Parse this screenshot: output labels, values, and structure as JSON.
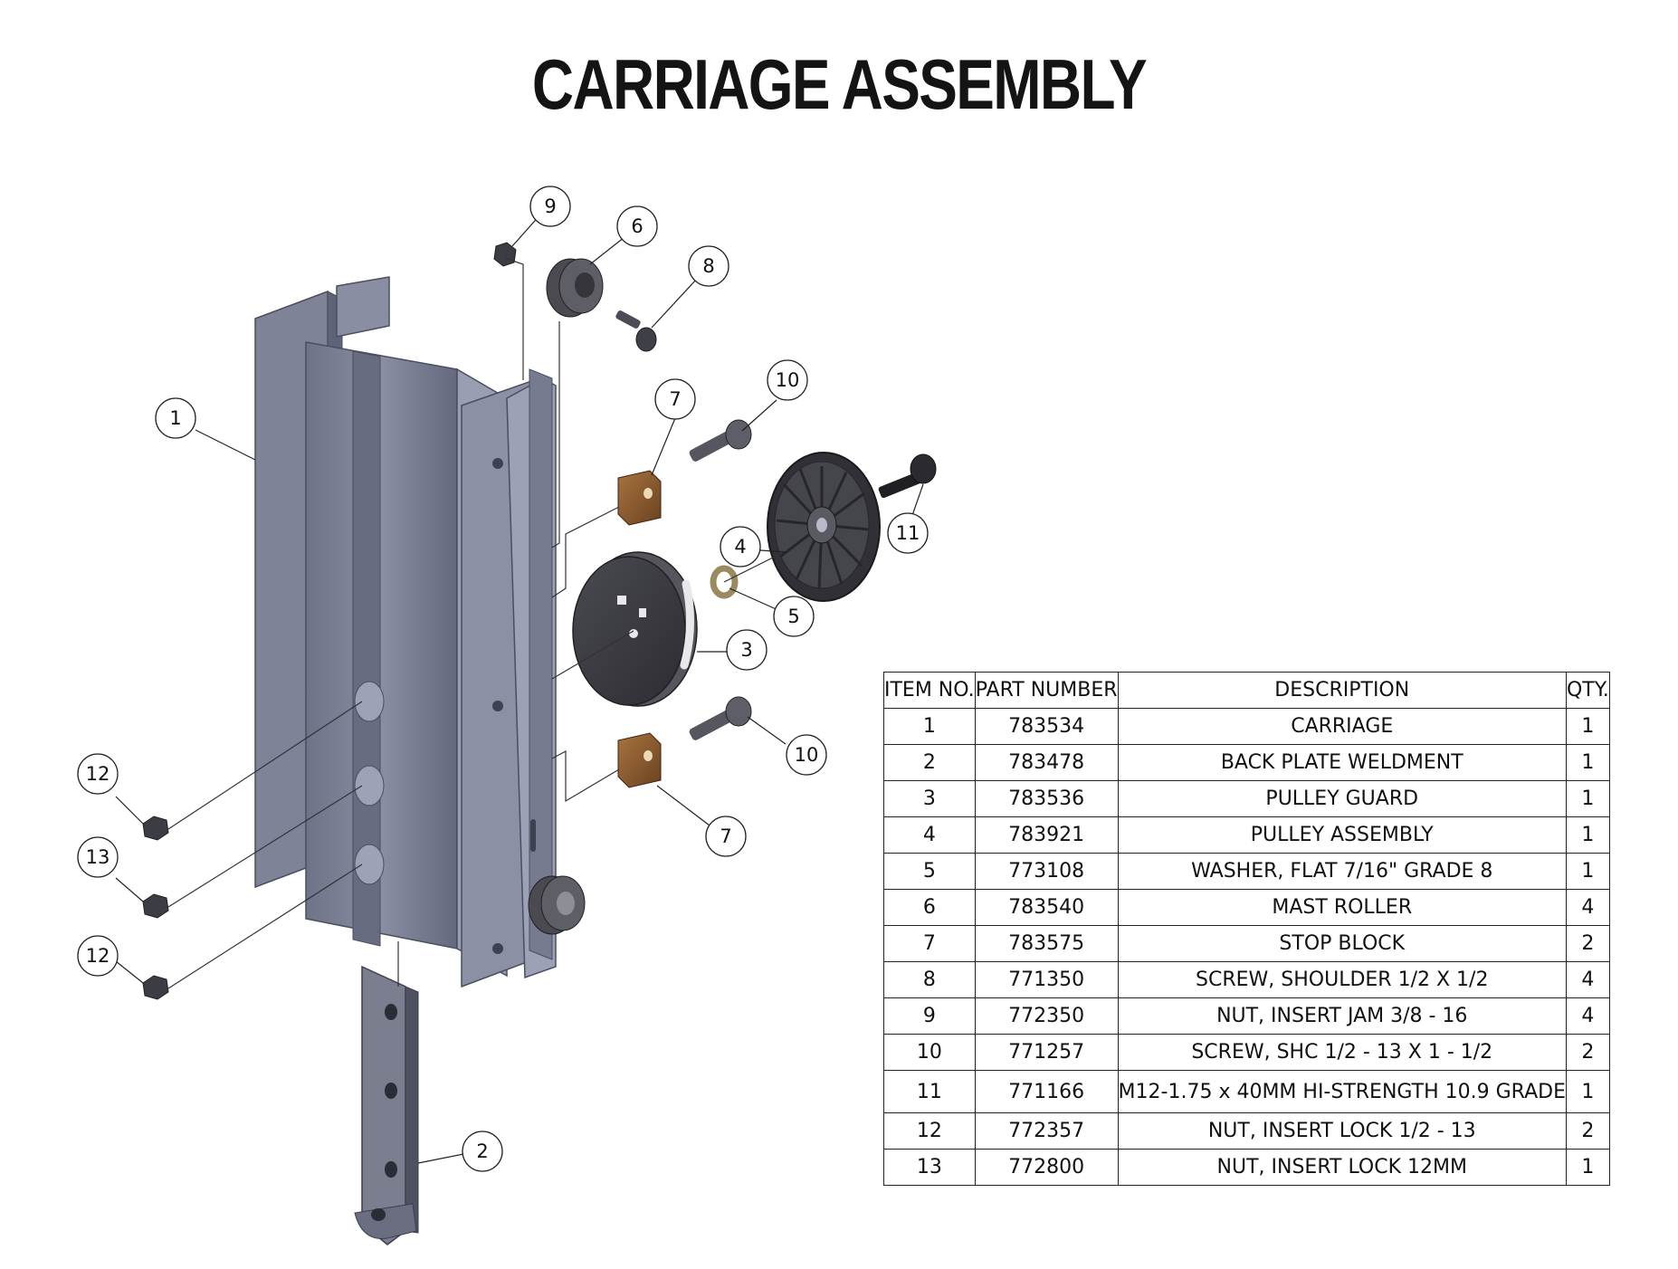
{
  "title": "CARRIAGE ASSEMBLY",
  "colors": {
    "steel": "#7b7f95",
    "steel_dark": "#5c6075",
    "steel_light": "#9a9eb2",
    "bronze": "#8a5a2e",
    "rubber": "#3b3b3f",
    "ink": "#141414"
  },
  "balloons": [
    {
      "id": "b9",
      "label": "9"
    },
    {
      "id": "b6",
      "label": "6"
    },
    {
      "id": "b8",
      "label": "8"
    },
    {
      "id": "b1",
      "label": "1"
    },
    {
      "id": "b10a",
      "label": "10"
    },
    {
      "id": "b7a",
      "label": "7"
    },
    {
      "id": "b11",
      "label": "11"
    },
    {
      "id": "b4",
      "label": "4"
    },
    {
      "id": "b5",
      "label": "5"
    },
    {
      "id": "b3",
      "label": "3"
    },
    {
      "id": "b10b",
      "label": "10"
    },
    {
      "id": "b7b",
      "label": "7"
    },
    {
      "id": "b12a",
      "label": "12"
    },
    {
      "id": "b13",
      "label": "13"
    },
    {
      "id": "b12b",
      "label": "12"
    },
    {
      "id": "b2",
      "label": "2"
    }
  ],
  "bom": {
    "headers": [
      "ITEM NO.",
      "PART NUMBER",
      "DESCRIPTION",
      "QTY."
    ],
    "rows": [
      [
        "1",
        "783534",
        "CARRIAGE",
        "1"
      ],
      [
        "2",
        "783478",
        "BACK PLATE WELDMENT",
        "1"
      ],
      [
        "3",
        "783536",
        "PULLEY GUARD",
        "1"
      ],
      [
        "4",
        "783921",
        "PULLEY ASSEMBLY",
        "1"
      ],
      [
        "5",
        "773108",
        "WASHER, FLAT 7/16\" GRADE 8",
        "1"
      ],
      [
        "6",
        "783540",
        "MAST ROLLER",
        "4"
      ],
      [
        "7",
        "783575",
        "STOP BLOCK",
        "2"
      ],
      [
        "8",
        "771350",
        "SCREW, SHOULDER 1/2 X 1/2",
        "4"
      ],
      [
        "9",
        "772350",
        "NUT, INSERT JAM 3/8 - 16",
        "4"
      ],
      [
        "10",
        "771257",
        "SCREW, SHC 1/2 - 13 X 1 - 1/2",
        "2"
      ],
      [
        "11",
        "771166",
        "M12-1.75 x 40MM HI-STRENGTH 10.9 GRADE",
        "1"
      ],
      [
        "12",
        "772357",
        "NUT, INSERT LOCK 1/2 - 13",
        "2"
      ],
      [
        "13",
        "772800",
        "NUT, INSERT LOCK 12MM",
        "1"
      ]
    ]
  }
}
